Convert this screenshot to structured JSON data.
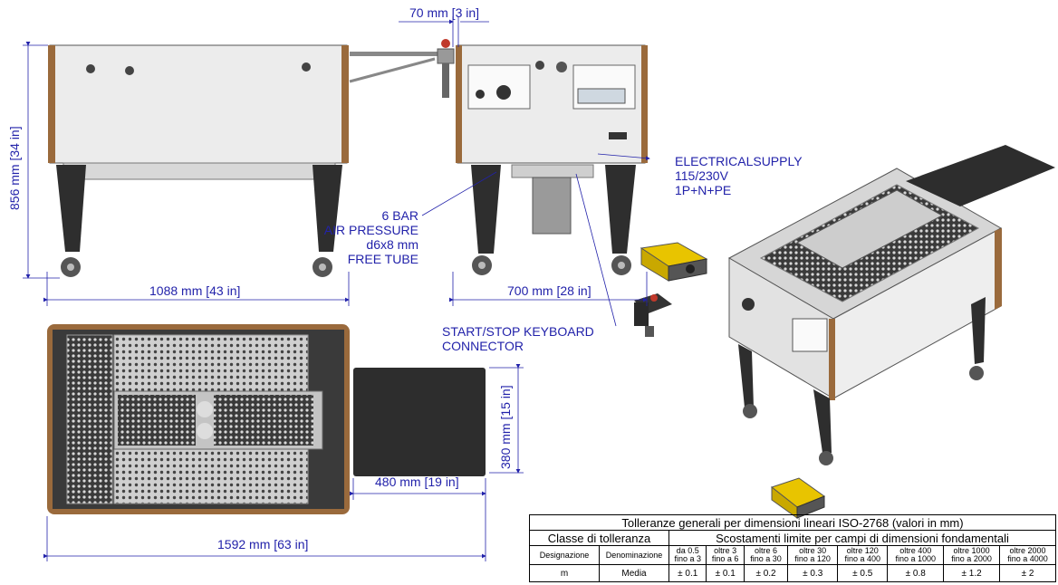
{
  "dimensions": {
    "top_gap": "70 mm [3 in]",
    "height": "856 mm [34 in]",
    "front_width": "1088 mm [43 in]",
    "side_width": "700 mm [28 in]",
    "tray_height": "380 mm [15 in]",
    "tray_width": "480 mm [19 in]",
    "total_width": "1592 mm [63 in]"
  },
  "annotations": {
    "electrical": [
      "ELECTRICALSUPPLY",
      "115/230V",
      "1P+N+PE"
    ],
    "air": [
      "6 BAR",
      "AIR PRESSURE",
      "d6x8 mm",
      "FREE TUBE"
    ],
    "keyboard": [
      "START/STOP KEYBOARD",
      "CONNECTOR"
    ]
  },
  "tolerance_table": {
    "title": "Tolleranze generali per dimensioni lineari ISO-2768 (valori in mm)",
    "class_header": "Classe di tolleranza",
    "deviation_header": "Scostamenti limite per campi di dimensioni fondamentali",
    "col_designazione": "Designazione",
    "col_denominazione": "Denominazione",
    "ranges": [
      [
        "da 0.5",
        "fino a 3"
      ],
      [
        "oltre 3",
        "fino a 6"
      ],
      [
        "oltre 6",
        "fino a 30"
      ],
      [
        "oltre 30",
        "fino a 120"
      ],
      [
        "oltre 120",
        "fino a 400"
      ],
      [
        "oltre 400",
        "fino a 1000"
      ],
      [
        "oltre 1000",
        "fino a 2000"
      ],
      [
        "oltre 2000",
        "fino a 4000"
      ]
    ],
    "row": {
      "designation": "m",
      "denomination": "Media",
      "values": [
        "± 0.1",
        "± 0.1",
        "± 0.2",
        "± 0.3",
        "± 0.5",
        "± 0.8",
        "± 1.2",
        "± 2"
      ]
    }
  },
  "colors": {
    "dimension": "#2222aa",
    "frame": "#9a6a3c",
    "panel": "#e4e4e4",
    "dark": "#3a3a3a",
    "yellow": "#e8c400"
  }
}
